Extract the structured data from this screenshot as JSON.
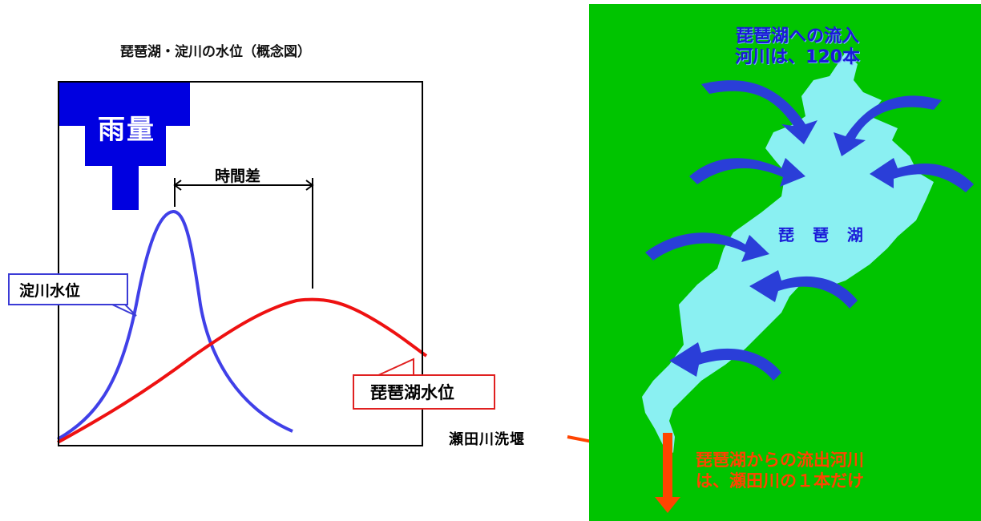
{
  "left_panel": {
    "title": "琵琶湖・淀川の水位（概念図）",
    "rain_label": "雨量",
    "time_diff_label": "時間差",
    "yodo_label": "淀川水位",
    "biwa_label": "琵琶湖水位",
    "weir_label": "瀬田川洗堰"
  },
  "right_panel": {
    "inflow_line1": "琵琶湖への流入",
    "inflow_line2": "河川は、120本",
    "lake_label": "琵 琶 湖",
    "outflow_line1": "琵琶湖からの流出河川",
    "outflow_line2": "は、瀬田川の１本だけ"
  },
  "colors": {
    "rain": "#0000e0",
    "yodo_curve": "#4040e8",
    "biwa_curve": "#ee1111",
    "map_background": "#00c400",
    "lake": "#8af0f2",
    "inflow_arrows": "#2a3ed8",
    "outflow_arrow": "#ff4400"
  },
  "icons": [
    "inflow-arrow-icon",
    "outflow-arrow-icon"
  ]
}
